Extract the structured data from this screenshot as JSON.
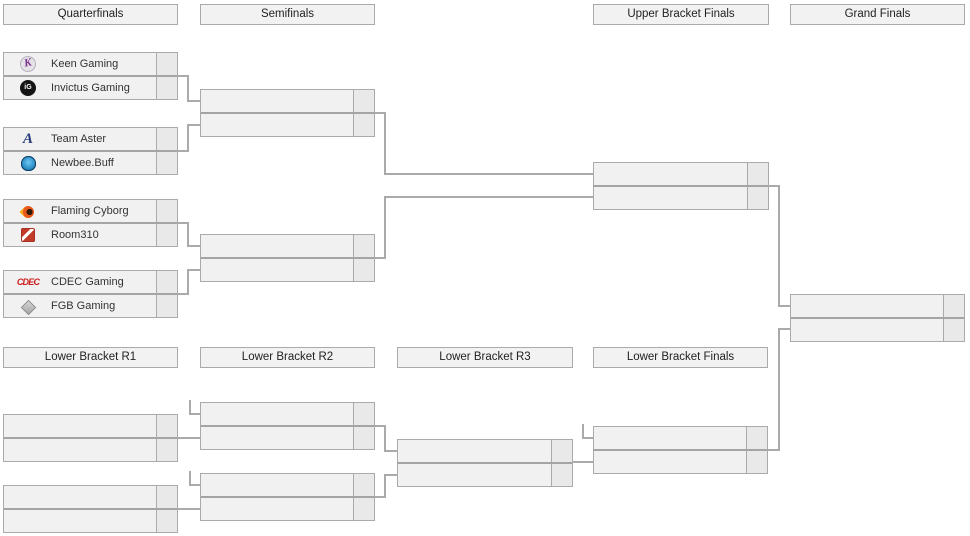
{
  "app": "tournament-bracket",
  "colors": {
    "background": "#ffffff",
    "box_fill": "#f1f1f1",
    "score_fill": "#e9e9e9",
    "border": "#aaaaaa",
    "connector": "#aaaaaa",
    "text": "#333333",
    "keen_purple": "#7b2f8f",
    "aster_navy": "#253a77",
    "cdec_red": "#cc1f1f",
    "room310_red": "#c23a28",
    "newbee_blue": "#2d8ec7"
  },
  "headers": {
    "quarterfinals": "Quarterfinals",
    "semifinals": "Semifinals",
    "upper_bracket_finals": "Upper Bracket Finals",
    "grand_finals": "Grand Finals",
    "lower_bracket_r1": "Lower Bracket R1",
    "lower_bracket_r2": "Lower Bracket R2",
    "lower_bracket_r3": "Lower Bracket R3",
    "lower_bracket_finals": "Lower Bracket Finals"
  },
  "icons": {
    "keen_glyph": "K",
    "ig_glyph": "iG",
    "aster_glyph": "A",
    "cdec_glyph": "CDEC"
  },
  "matches": {
    "qf1": {
      "slots": [
        {
          "team": "Keen Gaming",
          "score": ""
        },
        {
          "team": "Invictus Gaming",
          "score": ""
        }
      ]
    },
    "qf2": {
      "slots": [
        {
          "team": "Team Aster",
          "score": ""
        },
        {
          "team": "Newbee.Buff",
          "score": ""
        }
      ]
    },
    "qf3": {
      "slots": [
        {
          "team": "Flaming Cyborg",
          "score": ""
        },
        {
          "team": "Room310",
          "score": ""
        }
      ]
    },
    "qf4": {
      "slots": [
        {
          "team": "CDEC Gaming",
          "score": ""
        },
        {
          "team": "FGB Gaming",
          "score": ""
        }
      ]
    },
    "sf1": {
      "slots": [
        {
          "team": "",
          "score": ""
        },
        {
          "team": "",
          "score": ""
        }
      ]
    },
    "sf2": {
      "slots": [
        {
          "team": "",
          "score": ""
        },
        {
          "team": "",
          "score": ""
        }
      ]
    },
    "ubf": {
      "slots": [
        {
          "team": "",
          "score": ""
        },
        {
          "team": "",
          "score": ""
        }
      ]
    },
    "gf": {
      "slots": [
        {
          "team": "",
          "score": ""
        },
        {
          "team": "",
          "score": ""
        }
      ]
    },
    "lb_r1_m1": {
      "slots": [
        {
          "team": "",
          "score": ""
        },
        {
          "team": "",
          "score": ""
        }
      ]
    },
    "lb_r1_m2": {
      "slots": [
        {
          "team": "",
          "score": ""
        },
        {
          "team": "",
          "score": ""
        }
      ]
    },
    "lb_r2_m1": {
      "slots": [
        {
          "team": "",
          "score": ""
        },
        {
          "team": "",
          "score": ""
        }
      ]
    },
    "lb_r2_m2": {
      "slots": [
        {
          "team": "",
          "score": ""
        },
        {
          "team": "",
          "score": ""
        }
      ]
    },
    "lb_r3_m1": {
      "slots": [
        {
          "team": "",
          "score": ""
        },
        {
          "team": "",
          "score": ""
        }
      ]
    },
    "lb_final": {
      "slots": [
        {
          "team": "",
          "score": ""
        },
        {
          "team": "",
          "score": ""
        }
      ]
    }
  }
}
